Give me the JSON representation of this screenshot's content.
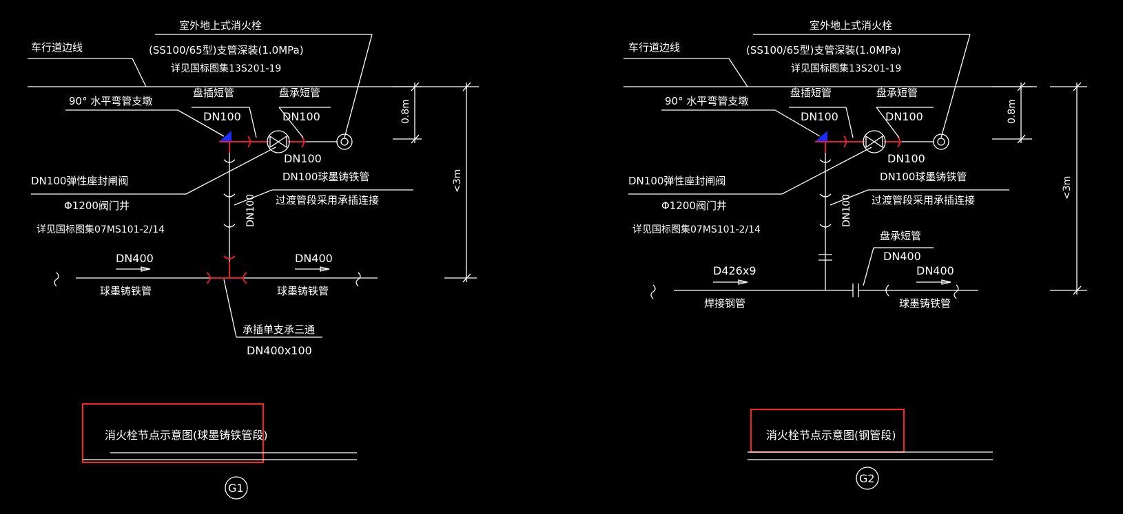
{
  "diagram": {
    "left": {
      "road_line": "车行道边线",
      "hydrant_title": "室外地上式消火栓",
      "hydrant_model": "(SS100/65型)支管深装(1.0MPa)",
      "hydrant_ref": "详见国标图集13S201-19",
      "elbow_support": "90° 水平弯管支墩",
      "short_pipe_1_name": "盘插短管",
      "short_pipe_1_size": "DN100",
      "short_pipe_2_name": "盘承短管",
      "short_pipe_2_size": "DN100",
      "valve_bottom_size": "DN100",
      "gate_valve": "DN100弹性座封闸阀",
      "ductile_pipe": "DN100球墨铸铁管",
      "transition": "过渡管段采用承插连接",
      "well": "Φ1200阀门井",
      "well_ref": "详见国标图集07MS101-2/14",
      "riser_size": "DN100",
      "depth": "0.8m",
      "depth2": "<3m",
      "main_left_size": "DN400",
      "main_left_name": "球墨铸铁管",
      "main_right_size": "DN400",
      "main_right_name": "球墨铸铁管",
      "tee_name": "承插单支承三通",
      "tee_size": "DN400x100",
      "caption": "消火栓节点示意图(球墨铸铁管段)",
      "tag": "G1"
    },
    "right": {
      "road_line": "车行道边线",
      "hydrant_title": "室外地上式消火栓",
      "hydrant_model": "(SS100/65型)支管深装(1.0MPa)",
      "hydrant_ref": "详见国标图集13S201-19",
      "elbow_support": "90° 水平弯管支墩",
      "short_pipe_1_name": "盘插短管",
      "short_pipe_1_size": "DN100",
      "short_pipe_2_name": "盘承短管",
      "short_pipe_2_size": "DN100",
      "valve_bottom_size": "DN100",
      "gate_valve": "DN100弹性座封闸阀",
      "ductile_pipe": "DN100球墨铸铁管",
      "transition": "过渡管段采用承插连接",
      "well": "Φ1200阀门井",
      "well_ref": "详见国标图集07MS101-2/14",
      "riser_size": "DN100",
      "depth": "0.8m",
      "depth2": "<3m",
      "flange_name": "盘承短管",
      "flange_size": "DN400",
      "main_left_size": "D426x9",
      "main_left_name": "焊接钢管",
      "main_right_size": "DN400",
      "main_right_name": "球墨铸铁管",
      "caption": "消火栓节点示意图(钢管段)",
      "tag": "G2"
    }
  },
  "colors": {
    "background": "#000000",
    "lines": "#ffffff",
    "fittings": "#e0202a",
    "support": "#1a2cff",
    "highlight": "#ff2020"
  }
}
